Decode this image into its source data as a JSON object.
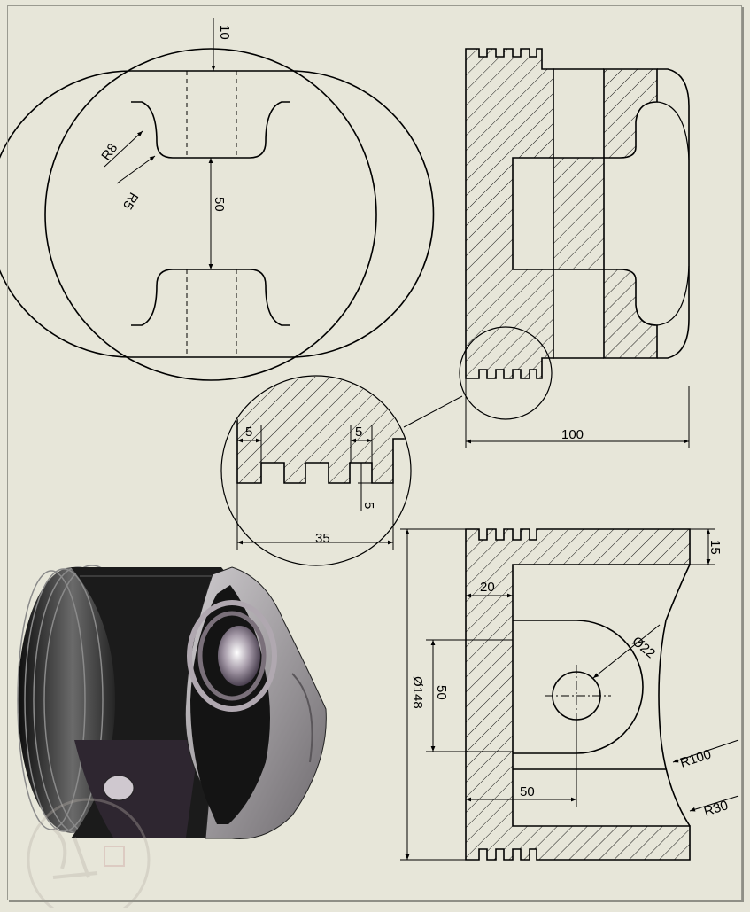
{
  "drawing": {
    "background_color": "#e7e6d9",
    "line_color": "#000000",
    "hatch_color": "#000000",
    "top_view": {
      "dim_top_gap": "10",
      "dim_fillet_large": "R8",
      "dim_fillet_small": "R5",
      "dim_slot_spacing": "50"
    },
    "side_section": {
      "dim_height": "100"
    },
    "detail_view": {
      "dim_groove_left": "5",
      "dim_groove_right": "5",
      "dim_groove_depth": "5",
      "dim_total_width": "35"
    },
    "front_section": {
      "dim_diameter": "Ø148",
      "dim_top_thickness": "15",
      "dim_wall_thickness": "20",
      "dim_boss_height": "50",
      "dim_pin_hole": "Ø22",
      "dim_boss_depth": "50",
      "dim_radius_large": "R100",
      "dim_radius_small": "R30"
    },
    "iso_view": {
      "body_color": "#1b1b1b",
      "cut_face_color": "#8d8a8c",
      "boss_color": "#2e2630",
      "pin_ring_color": "#b0a8b0"
    },
    "watermark_icon": "seal-watermark"
  }
}
